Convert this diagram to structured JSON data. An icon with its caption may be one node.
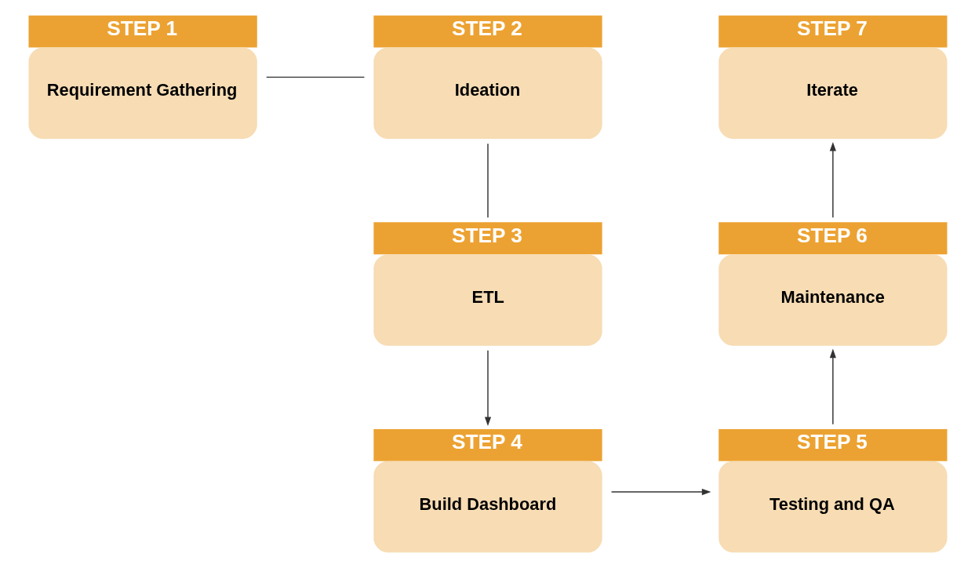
{
  "diagram": {
    "nodes": [
      {
        "text": [
          "STEP 1",
          "Requirement Gathering"
        ]
      },
      {
        "text": [
          "STEP 2",
          "Ideation"
        ]
      },
      {
        "text": [
          "STEP 3",
          "ETL"
        ]
      },
      {
        "text": [
          "STEP 4",
          "Build Dashboard"
        ]
      },
      {
        "text": [
          "STEP 5",
          "Testing and QA"
        ]
      },
      {
        "text": [
          "STEP 6",
          "Maintenance"
        ]
      },
      {
        "text": [
          "STEP 7",
          "Iterate"
        ]
      }
    ],
    "edges": [
      {
        "from": 0,
        "to": 1,
        "arrow": "none"
      },
      {
        "from": 1,
        "to": 2,
        "arrow": "none"
      },
      {
        "from": 2,
        "to": 3,
        "arrow": "to"
      },
      {
        "from": 3,
        "to": 4,
        "arrow": "to"
      },
      {
        "from": 4,
        "to": 5,
        "arrow": "to"
      },
      {
        "from": 5,
        "to": 6,
        "arrow": "to"
      }
    ]
  }
}
